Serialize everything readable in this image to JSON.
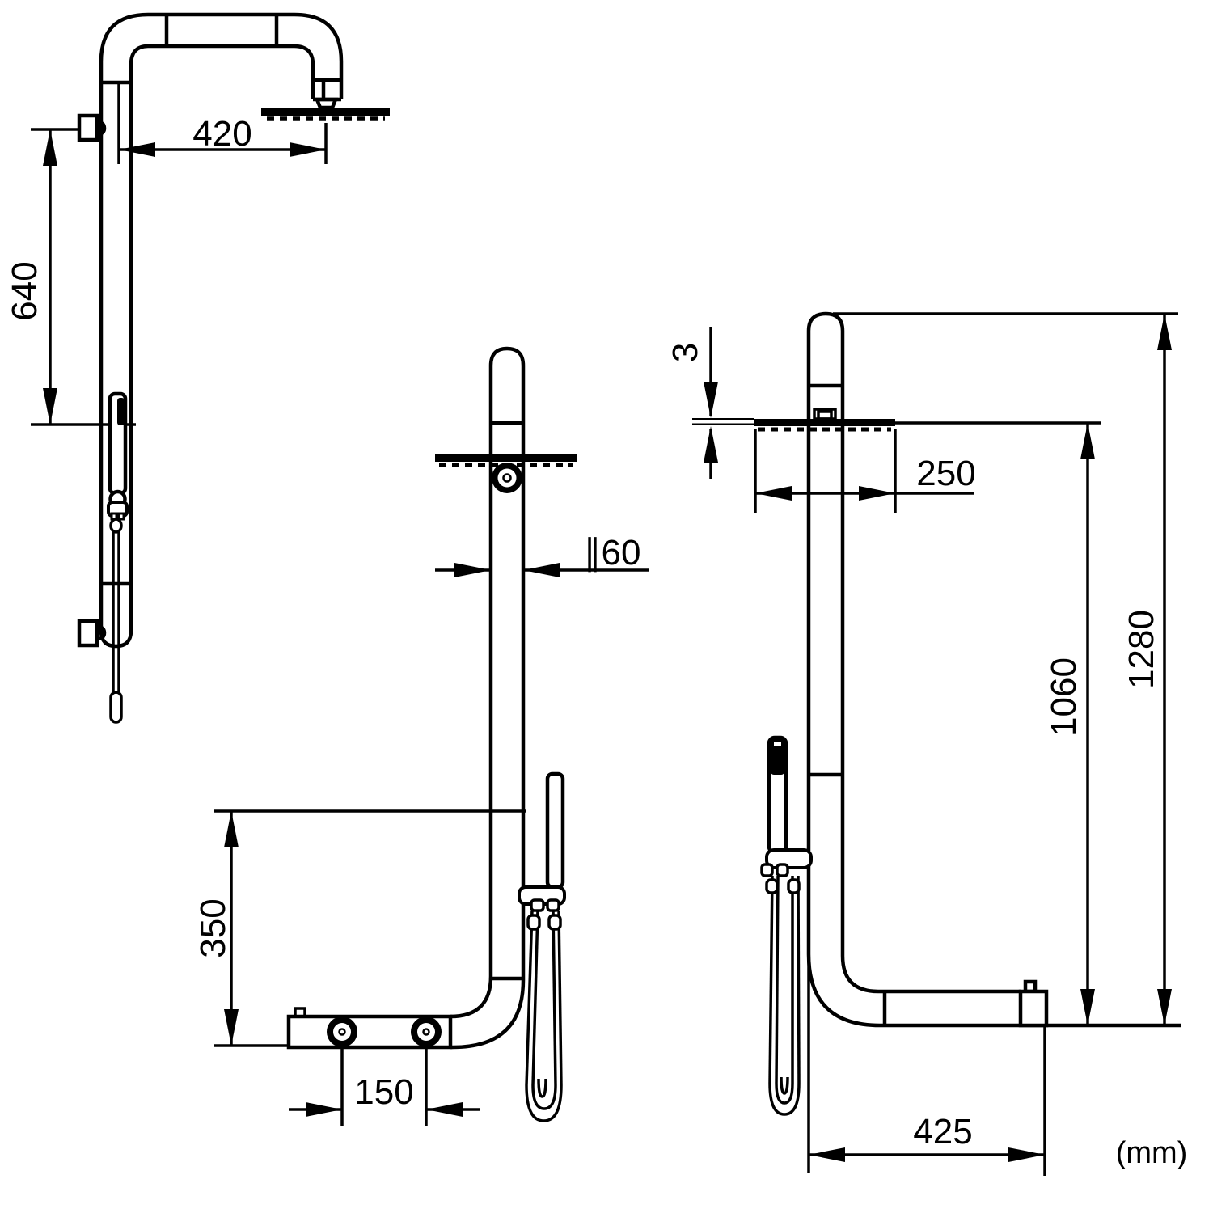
{
  "drawing": {
    "title": "shower-column-technical-drawing",
    "unit_label": "(mm)",
    "colors": {
      "line": "#000000",
      "background": "#ffffff"
    },
    "views": [
      "front-view",
      "side-view",
      "profile-view"
    ]
  },
  "dimensions": {
    "arm_reach": "420",
    "upper_column": "640",
    "pipe_diameter": "∥60",
    "valve_height": "350",
    "valve_spacing": "150",
    "head_thickness": "3",
    "head_diameter": "250",
    "head_height": "1060",
    "total_height": "1280",
    "base_depth": "425",
    "unit": "(mm)"
  }
}
